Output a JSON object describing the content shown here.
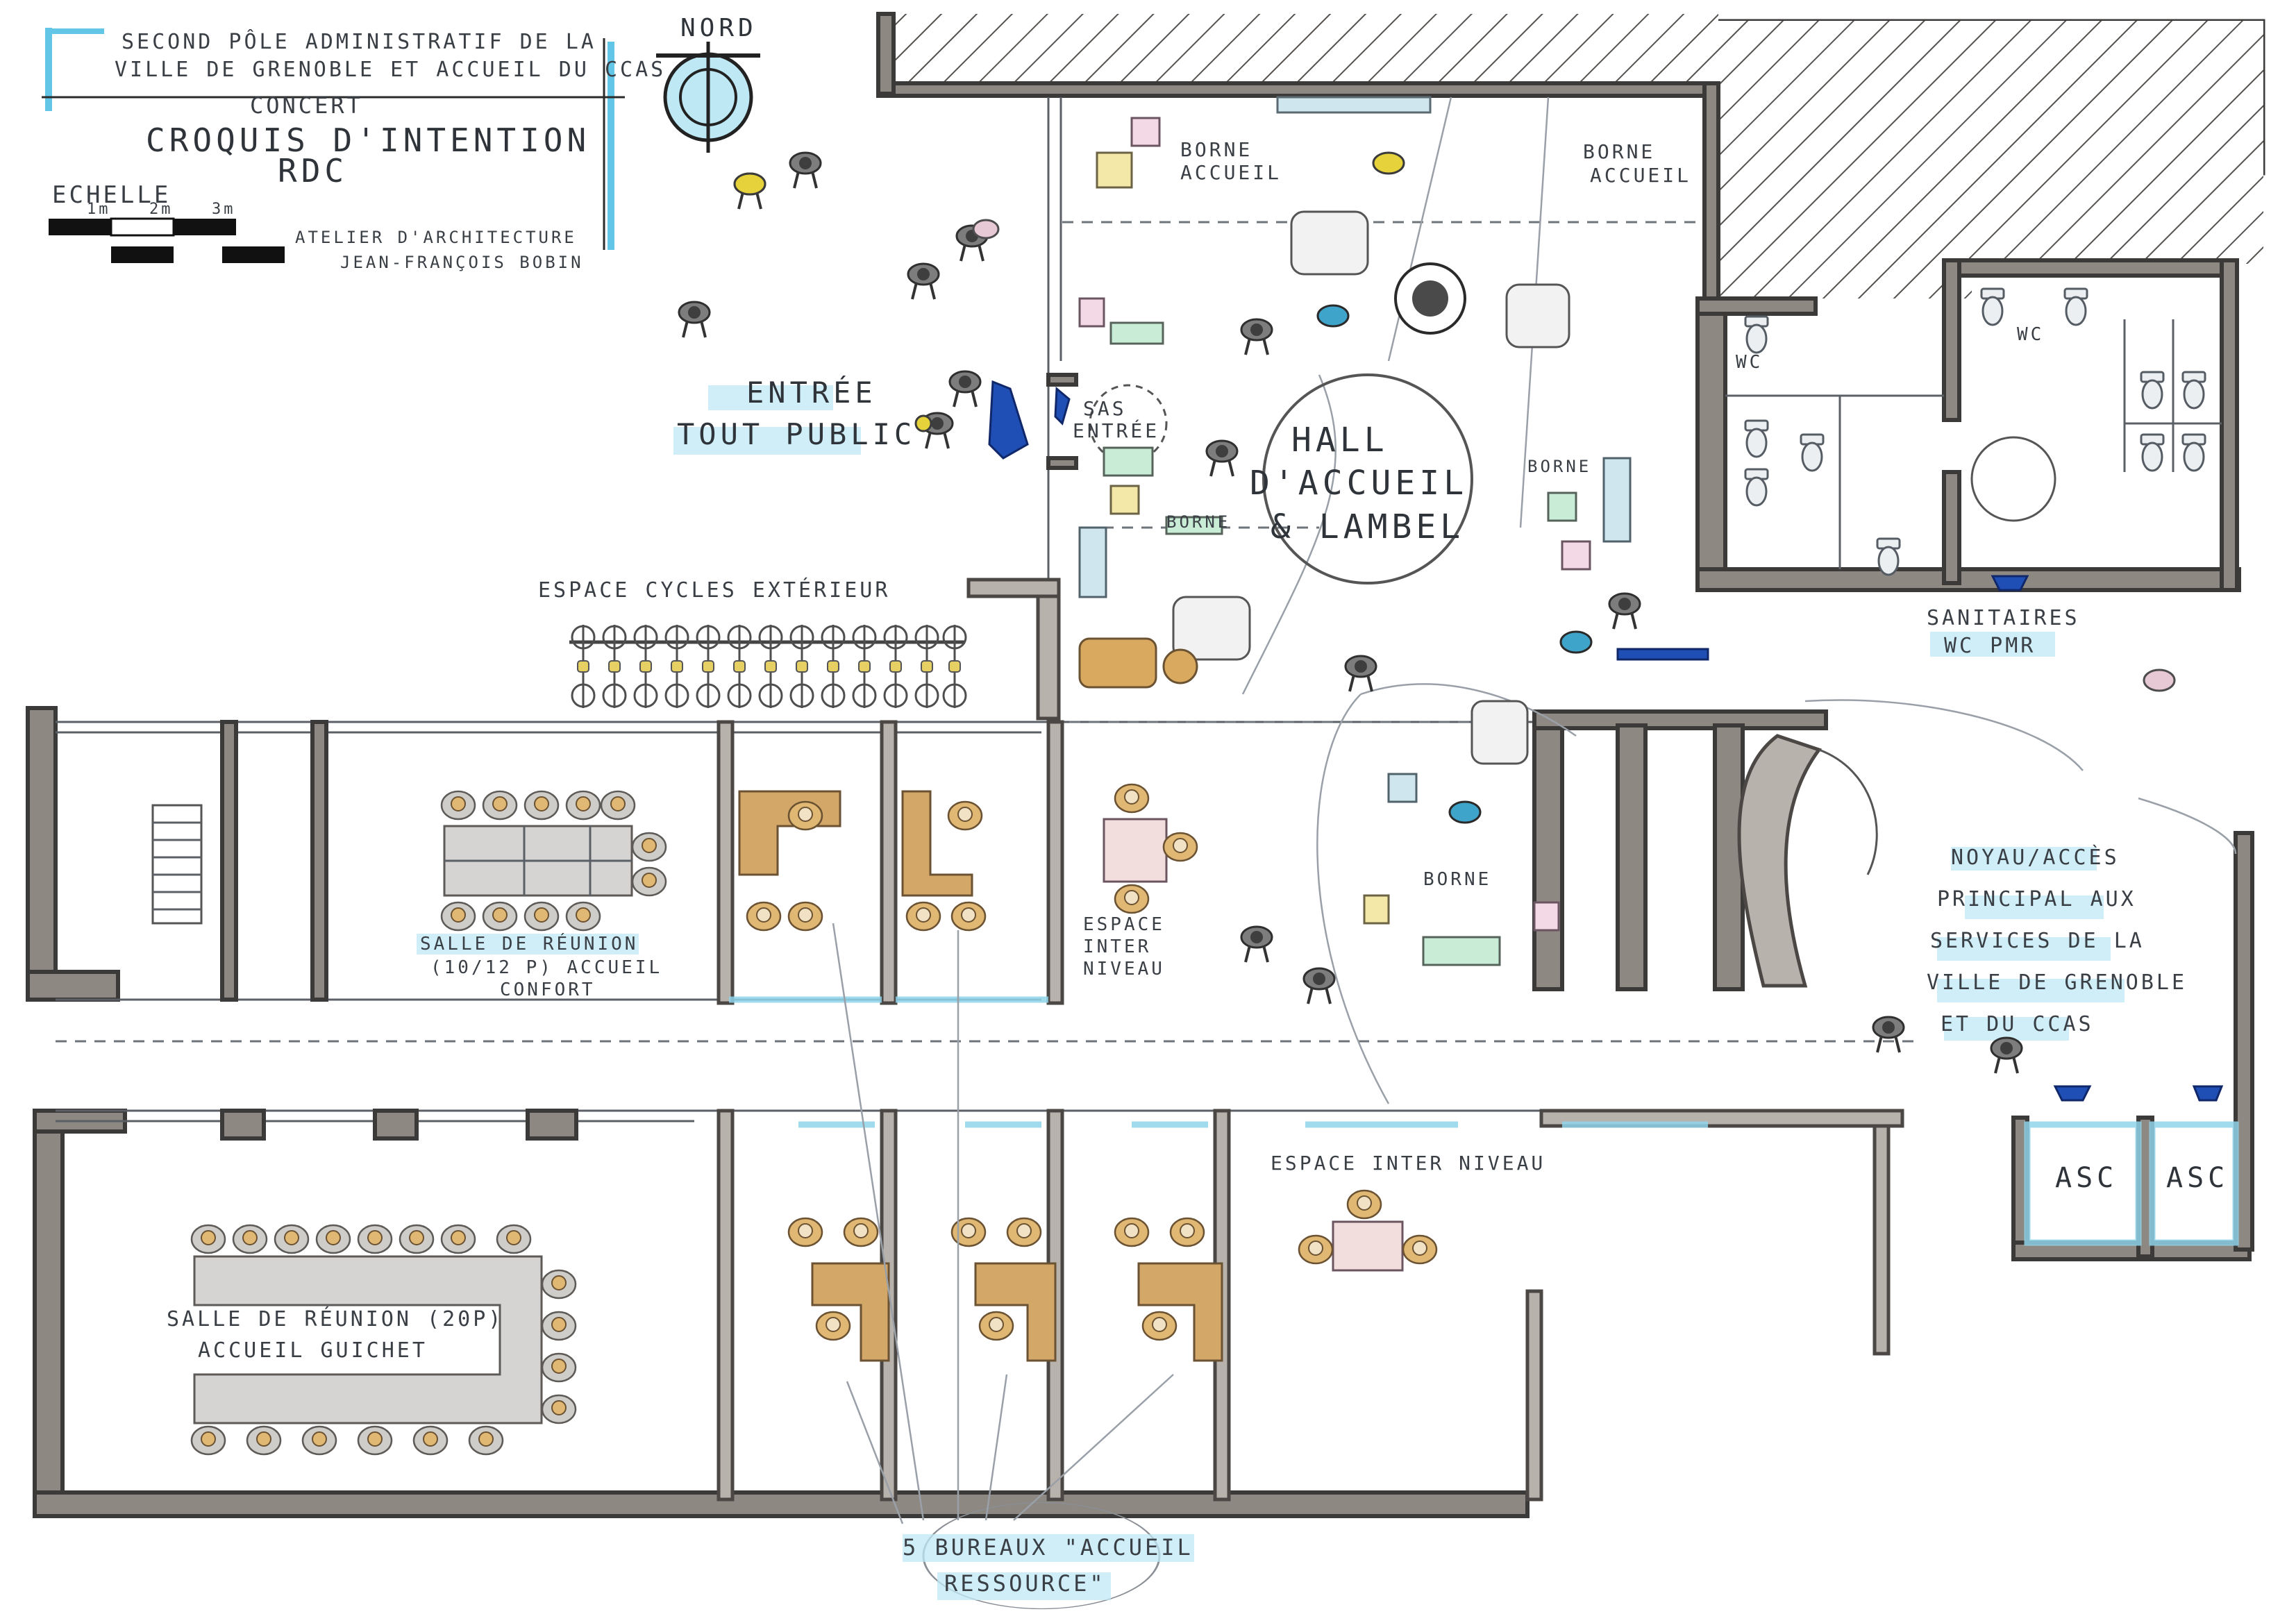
{
  "title_block": {
    "line1": "SECOND PÔLE ADMINISTRATIF DE LA",
    "line2": "VILLE DE GRENOBLE ET ACCUEIL DU CCAS",
    "line3": "CONCERT",
    "line4": "CROQUIS D'INTENTION",
    "line5": "RDC",
    "scale_label": "ECHELLE",
    "scale_ticks": [
      "1m",
      "2m",
      "3m"
    ],
    "author_line1": "ATELIER D'ARCHITECTURE",
    "author_line2": "JEAN-FRANÇOIS BOBIN"
  },
  "north_label": "NORD",
  "labels": {
    "entree": "ENTRÉE",
    "tout_public": "TOUT PUBLIC",
    "sas_entree_1": "SAS",
    "sas_entree_2": "ENTRÉE",
    "hall_1": "HALL",
    "hall_2": "D'ACCUEIL",
    "hall_3": "& LAMBEL",
    "borne_accueil_1a": "BORNE",
    "borne_accueil_1b": "ACCUEIL",
    "borne_accueil_2a": "BORNE",
    "borne_accueil_2b": "ACCUEIL",
    "borne_a": "BORNE",
    "borne_b": "BORNE",
    "borne_c": "BORNE",
    "cycles": "ESPACE CYCLES EXTÉRIEUR",
    "wc_1": "WC",
    "wc_2": "WC",
    "sanitaires_1": "SANITAIRES",
    "sanitaires_2": "WC PMR",
    "salle_reunion_1": "SALLE DE RÉUNION",
    "salle_reunion_2": "(10/12 P) ACCUEIL",
    "salle_reunion_3": "CONFORT",
    "espace_inter_1": "ESPACE",
    "espace_inter_2": "INTER",
    "espace_inter_3": "NIVEAU",
    "espace_inter_long": "ESPACE INTER NIVEAU",
    "noyau_1": "NOYAU/ACCÈS",
    "noyau_2": "PRINCIPAL AUX",
    "noyau_3": "SERVICES DE LA",
    "noyau_4": "VILLE DE GRENOBLE",
    "noyau_5": "ET DU CCAS",
    "asc_1": "ASC",
    "asc_2": "ASC",
    "salle_reunion_big_1": "SALLE DE RÉUNION (20P)",
    "salle_reunion_big_2": "ACCUEIL GUICHET",
    "bureaux_1": "5 BUREAUX \"ACCUEIL",
    "bureaux_2": "RESSOURCE\""
  },
  "colors": {
    "wall": "#8e8883",
    "desk": "#d3a767",
    "glass": "#8fd3ea",
    "highlight": "#bfe8f5",
    "blue_figure": "#1f4fb5"
  }
}
